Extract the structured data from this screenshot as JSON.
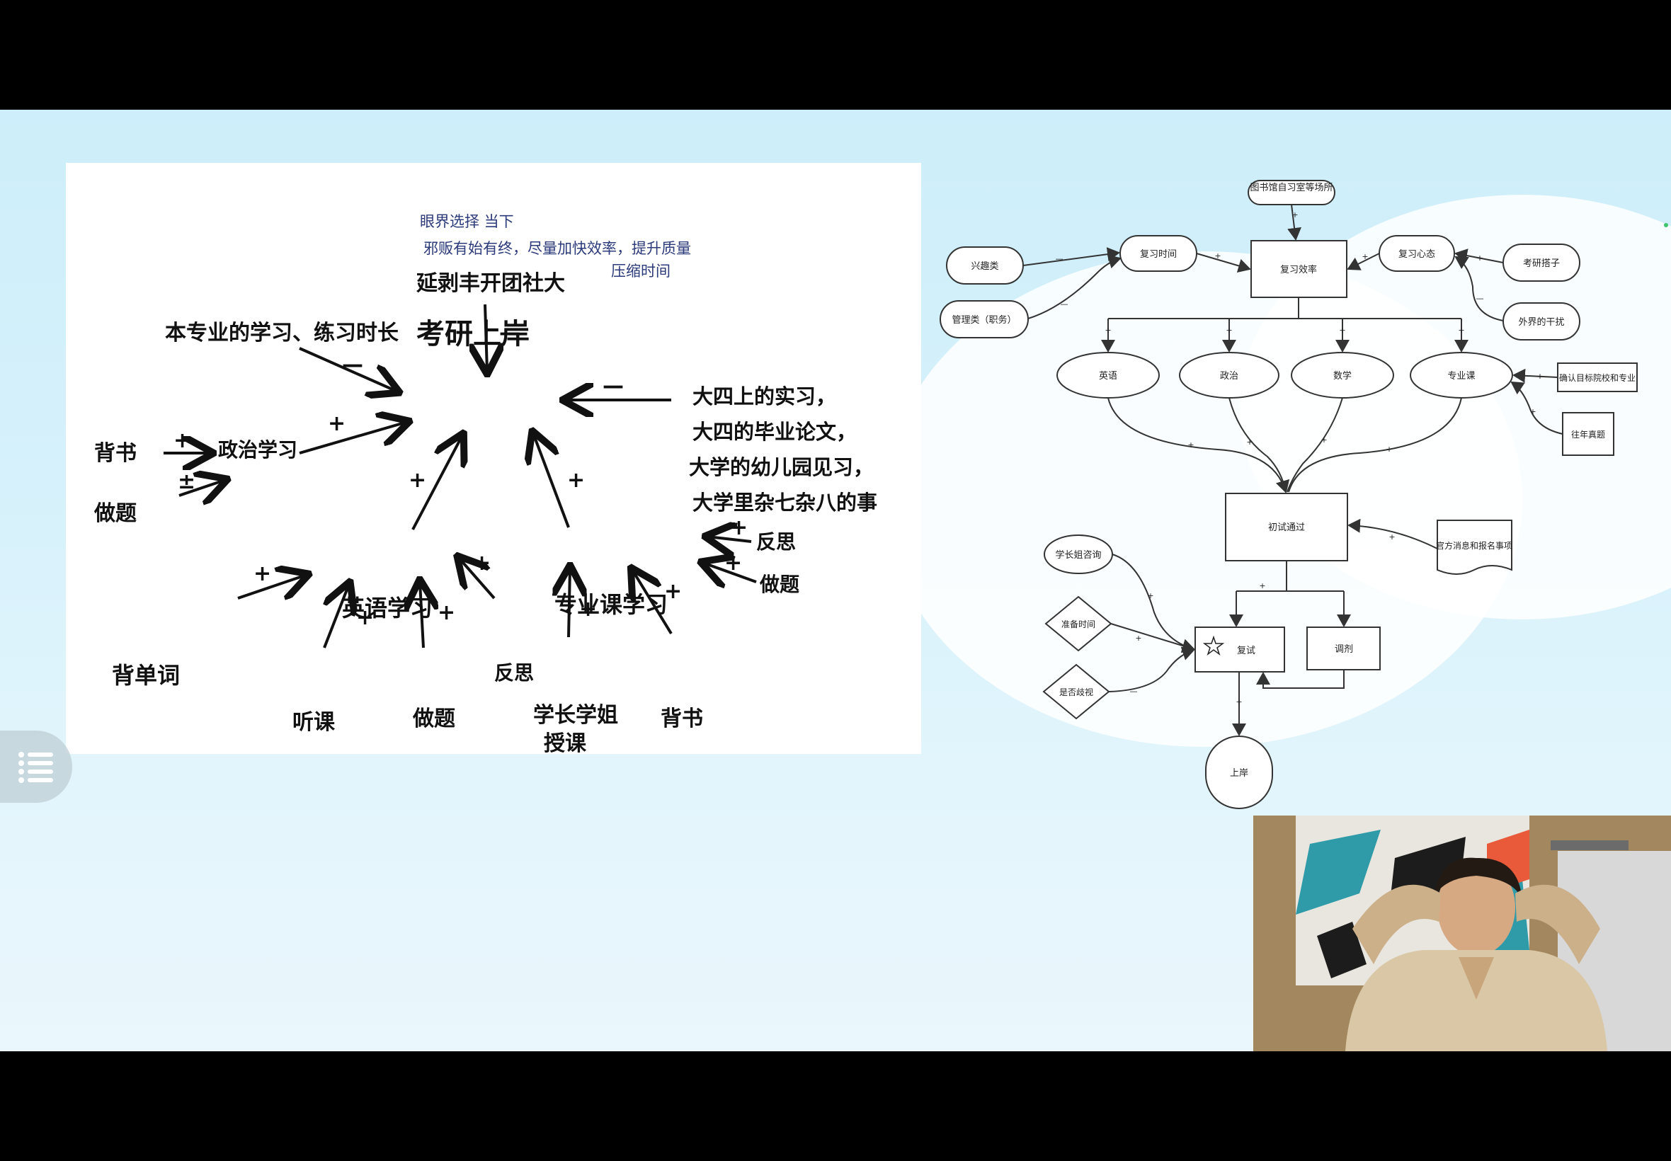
{
  "whiteboard": {
    "annotation_top": [
      "眼界选择 当下",
      "邪贩有始有终，尽量加快效率，提升质量",
      "压缩时间"
    ],
    "node_center": "考研上岸",
    "node_top": "延剥丰开团社大",
    "node_top_left": "本专业的学习、练习时长",
    "node_politics": "政治学习",
    "node_beishu_left": "背书",
    "node_zuoti_left": "做题",
    "node_english": "英语学习",
    "node_major": "专业课学习",
    "node_words": "背单词",
    "node_listen": "听课",
    "node_zuoti_eng": "做题",
    "node_reflect_eng": "反思",
    "node_senior": [
      "学长学姐",
      "授课"
    ],
    "node_beishu_major": "背书",
    "node_reflect_major": "反思",
    "node_zuoti_major": "做题",
    "node_right": [
      "大四上的实习，",
      "大四的毕业论文，",
      "大学的幼儿园见习，",
      "大学里杂七杂八的事"
    ],
    "signs": {
      "plus": "+",
      "minus": "—",
      "minus_short": "-",
      "plus_minus": "±"
    }
  },
  "flowchart": {
    "library": "图书馆自习室等场所",
    "efficiency": "复习效率",
    "time": "复习时间",
    "mindset": "复习心态",
    "interest": "兴趣类",
    "management": "管理类（职务）",
    "pressure": "考研搭子",
    "disturb": "外界的干扰",
    "english": "英语",
    "politics": "政治",
    "math": "数学",
    "major": "专业课",
    "target": "确认目标院校和专业",
    "past": "往年真题",
    "prelim": "初试通过",
    "official": "官方消息和报名事项",
    "consult": "学长姐咨询",
    "prepare": "准备时间",
    "discriminate": "是否歧视",
    "retest": "复试",
    "adjust": "调剂",
    "admit": "上岸",
    "plus": "+",
    "minus": "—"
  }
}
